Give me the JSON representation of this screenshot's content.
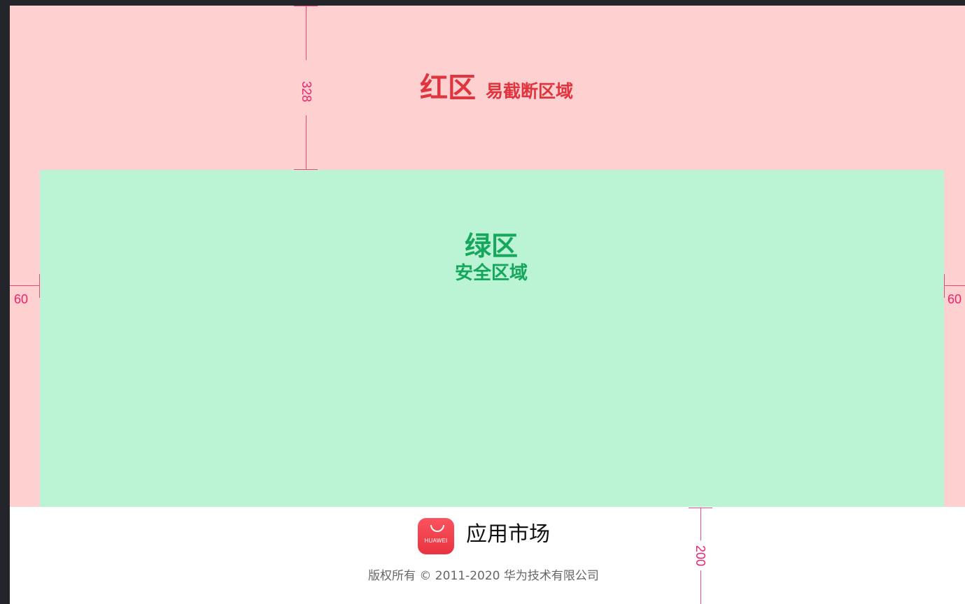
{
  "red_zone": {
    "title": "红区",
    "subtitle": "易截断区域"
  },
  "green_zone": {
    "title": "绿区",
    "subtitle": "安全区域"
  },
  "measurements": {
    "top": "328",
    "left": "60",
    "right": "60",
    "bottom": "200"
  },
  "footer": {
    "app_icon_brand": "HUAWEI",
    "app_name": "应用市场",
    "copyright": "版权所有 © 2011-2020 华为技术有限公司"
  },
  "colors": {
    "red_zone": "#ffd0d0",
    "green_zone": "#baf4d5",
    "red_text": "#e0353e",
    "green_text": "#16a75c",
    "measure": "#f0487d"
  }
}
